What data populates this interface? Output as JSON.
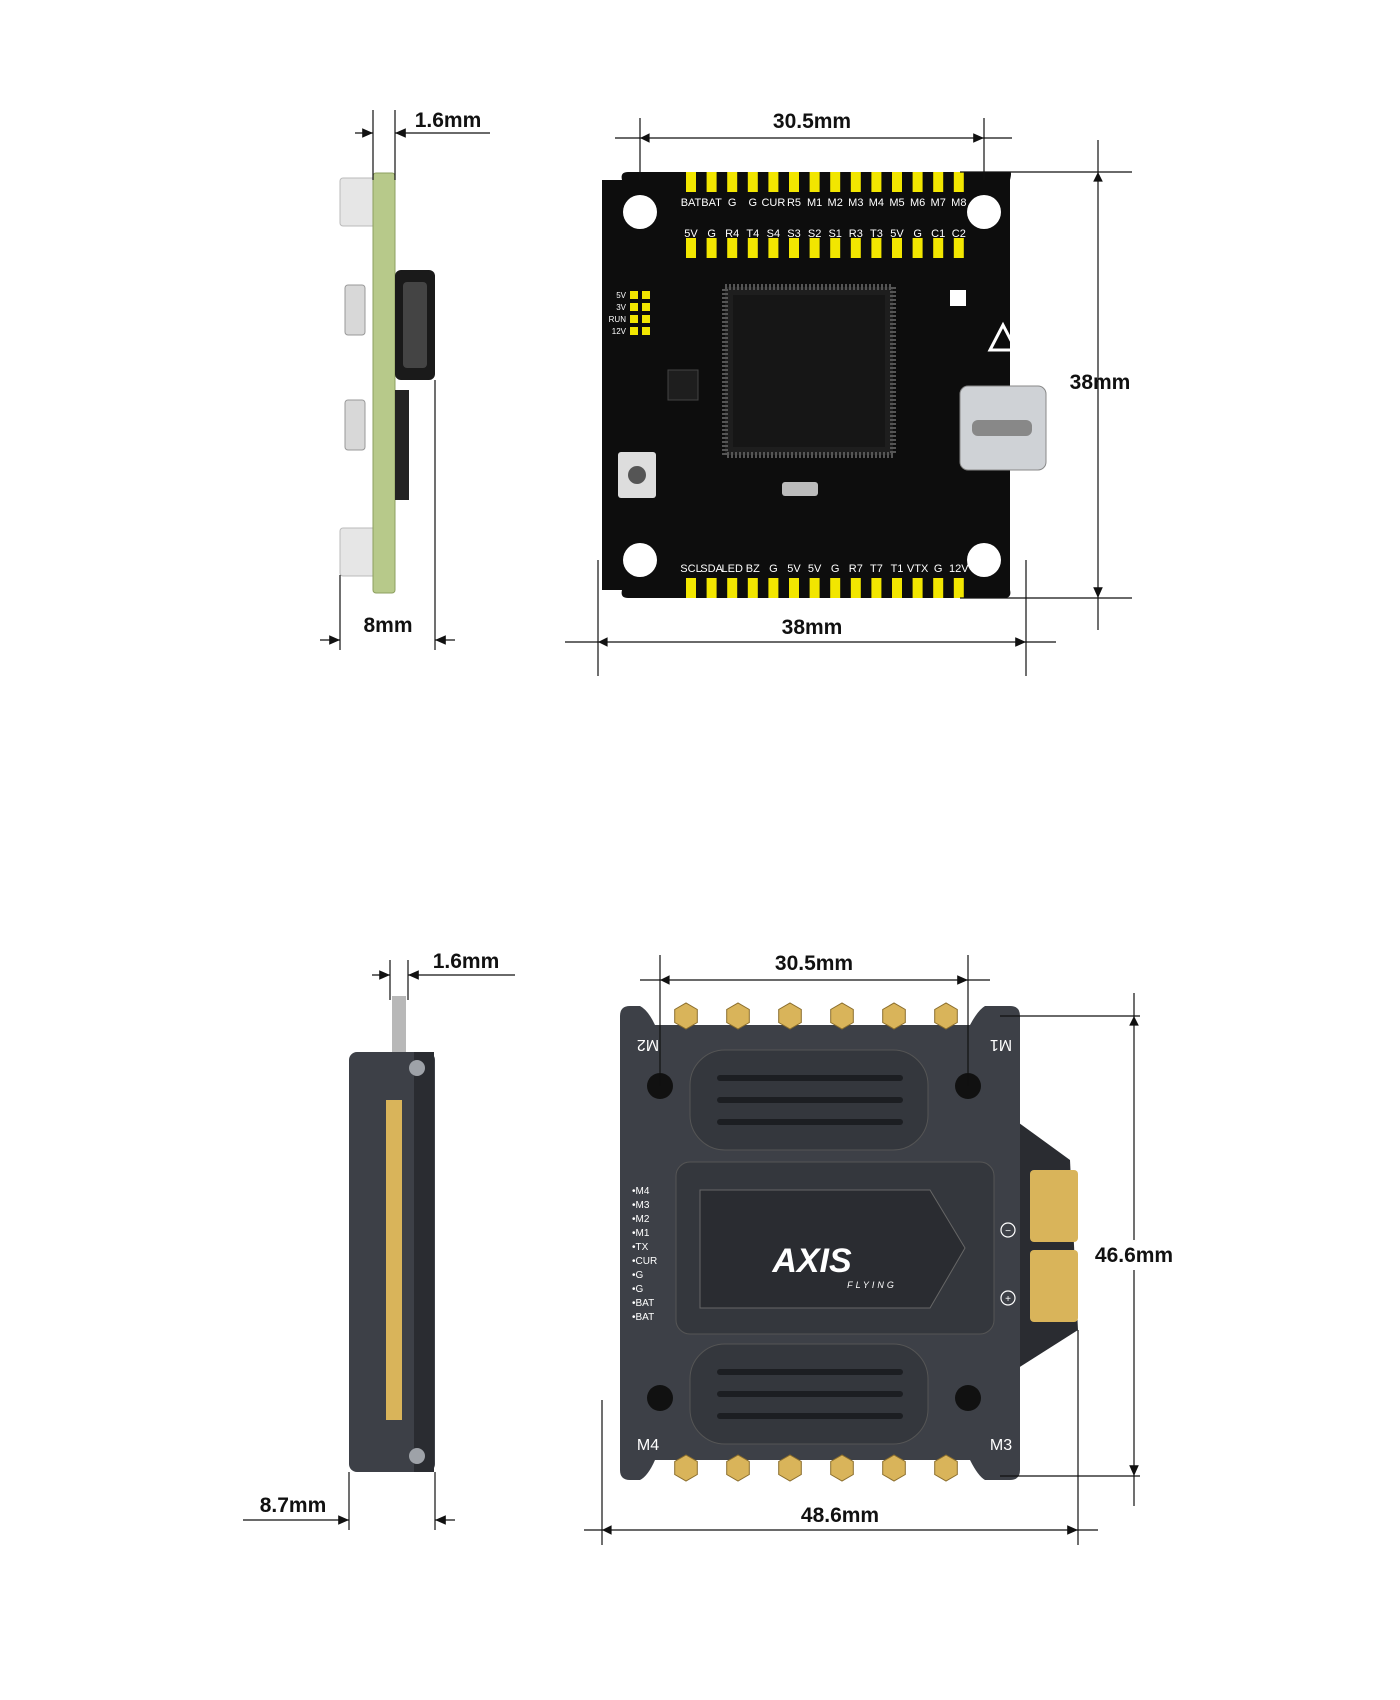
{
  "fc": {
    "side_view": {
      "thickness": "1.6mm",
      "height": "8mm"
    },
    "top_view": {
      "mount_spacing": "30.5mm",
      "width": "38mm",
      "height": "38mm"
    },
    "top_pins_row1": [
      "BAT",
      "BAT",
      "G",
      "G",
      "CUR",
      "R5",
      "M1",
      "M2",
      "M3",
      "M4",
      "M5",
      "M6",
      "M7",
      "M8"
    ],
    "top_pins_row2": [
      "5V",
      "G",
      "R4",
      "T4",
      "S4",
      "S3",
      "S2",
      "S1",
      "R3",
      "T3",
      "5V",
      "G",
      "C1",
      "C2"
    ],
    "bottom_pins": [
      "SCL",
      "SDA",
      "LED",
      "BZ",
      "G",
      "5V",
      "5V",
      "G",
      "R7",
      "T7",
      "T1",
      "VTX",
      "G",
      "12V"
    ],
    "leds": [
      "5V",
      "3V",
      "RUN",
      "12V"
    ],
    "colors": {
      "pcb": "#0d0d0d",
      "pad": "#f2e600",
      "side_pcb": "#b7c98a"
    }
  },
  "esc": {
    "side_view": {
      "thickness": "1.6mm",
      "height": "8.7mm"
    },
    "top_view": {
      "mount_spacing": "30.5mm",
      "height": "46.6mm",
      "width": "48.6mm"
    },
    "motor_labels": {
      "top_left": "M2",
      "top_right": "M1",
      "bottom_left": "M4",
      "bottom_right": "M3"
    },
    "side_pads": [
      "M4",
      "M3",
      "M2",
      "M1",
      "TX",
      "CUR",
      "G",
      "G",
      "BAT",
      "BAT"
    ],
    "polarity": [
      "−",
      "+"
    ],
    "logo": "AXIS",
    "logo_sub": "FLYING",
    "colors": {
      "case": "#3d4047",
      "gold": "#d9b45a"
    }
  }
}
